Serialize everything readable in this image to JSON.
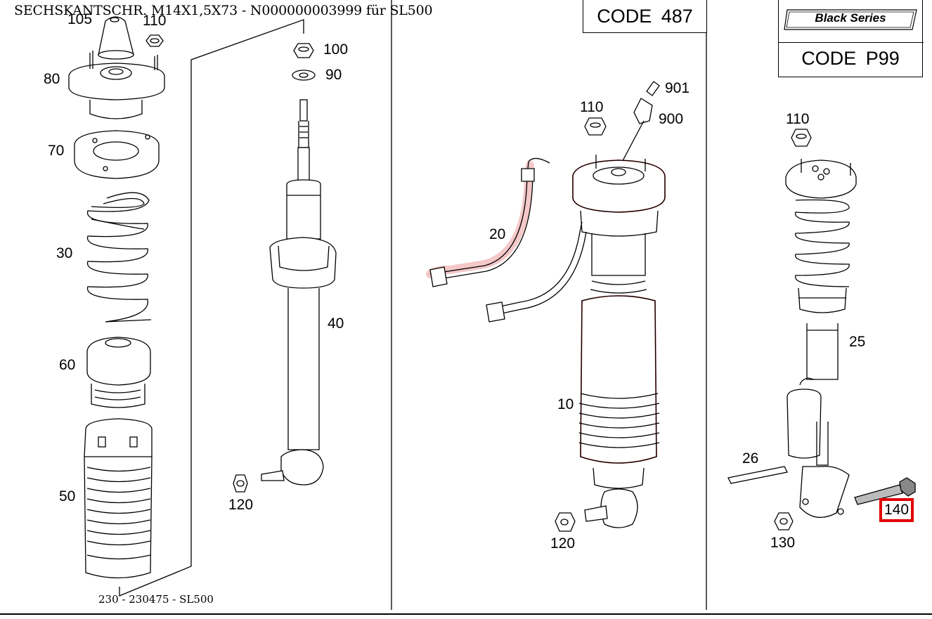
{
  "header": {
    "title": "SECHSKANTSCHR. M14X1,5X73 - N000000003999 für SL500"
  },
  "footer": {
    "caption": "230 - 230475 - SL500"
  },
  "code_boxes": {
    "code_487": "CODE 487",
    "black_series": "Black Series",
    "code_p99": "CODE P99"
  },
  "callouts": {
    "c105": "105",
    "c110_left": "110",
    "c80": "80",
    "c70": "70",
    "c30": "30",
    "c60": "60",
    "c50": "50",
    "c100": "100",
    "c90": "90",
    "c40": "40",
    "c120_left": "120",
    "c901": "901",
    "c900": "900",
    "c110_mid": "110",
    "c20": "20",
    "c10": "10",
    "c120_mid": "120",
    "c110_right": "110",
    "c25": "25",
    "c26": "26",
    "c130": "130",
    "c140": "140"
  },
  "highlight_color": "#e00000",
  "outline_color": "#e06060"
}
